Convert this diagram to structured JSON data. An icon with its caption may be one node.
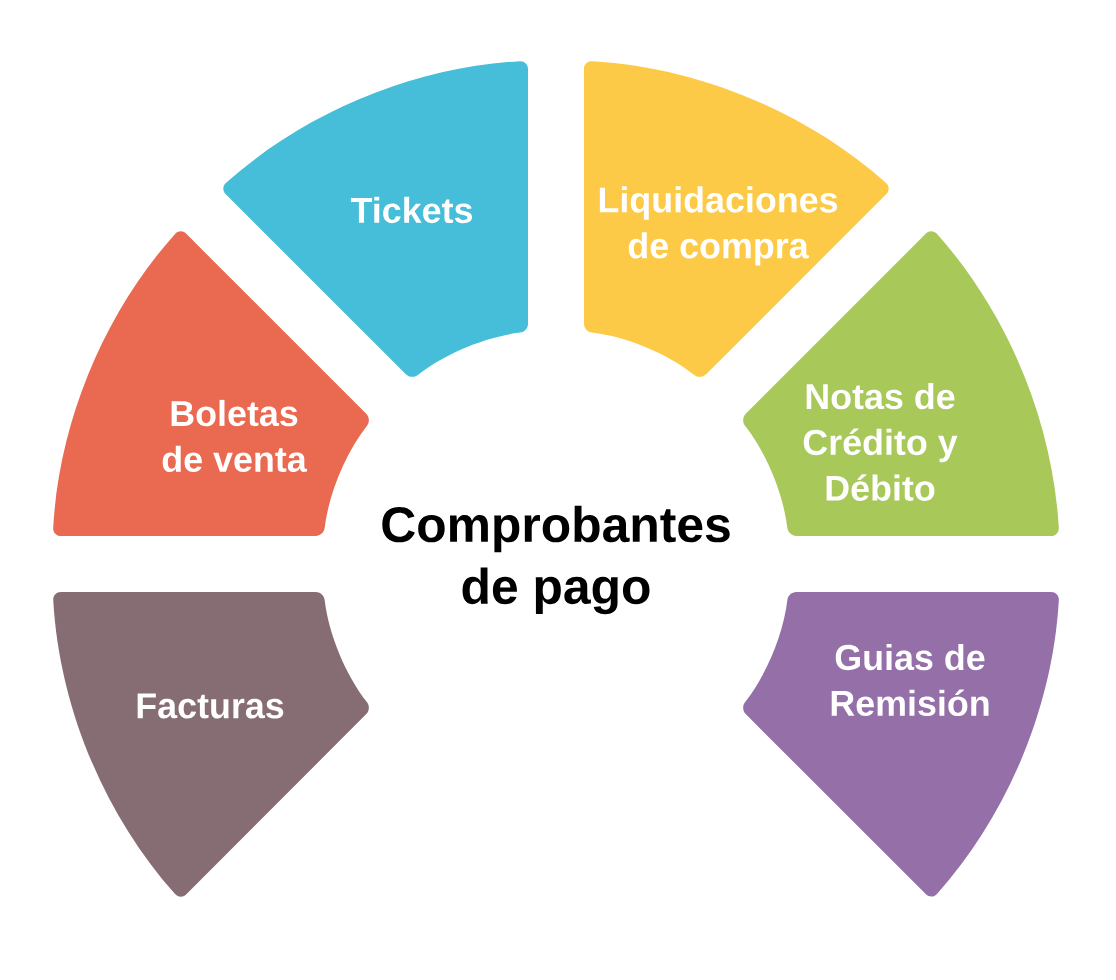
{
  "diagram": {
    "title": "Comprobantes de pago",
    "nodes": [
      {
        "text": [
          "Facturas"
        ]
      },
      {
        "text": [
          "Boletas de venta"
        ]
      },
      {
        "text": [
          "Tickets"
        ]
      },
      {
        "text": [
          "Liquidaciones de compra"
        ]
      },
      {
        "text": [
          "Notas de Crédito y Débito"
        ]
      },
      {
        "text": [
          "Guias de Remisión"
        ]
      }
    ]
  }
}
